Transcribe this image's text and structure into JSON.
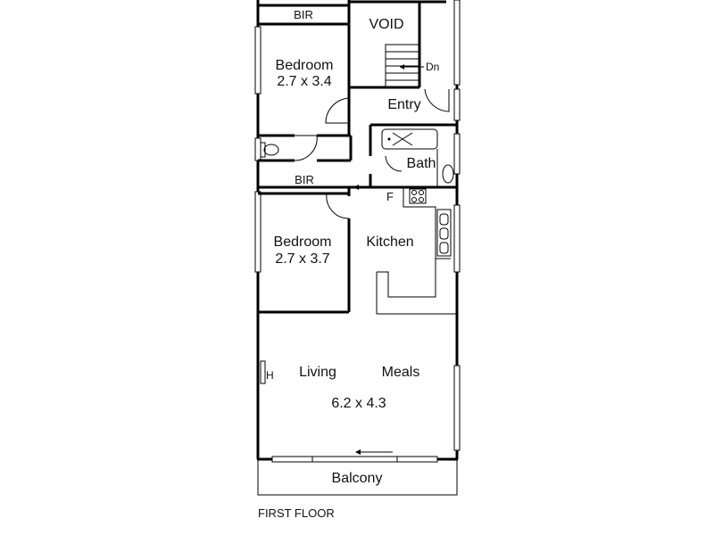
{
  "rooms": {
    "bir_top": "BIR",
    "void": "VOID",
    "stairs_dn": "Dn",
    "bedroom1_name": "Bedroom",
    "bedroom1_size": "2.7 x 3.4",
    "entry": "Entry",
    "bath": "Bath",
    "bir_bottom": "BIR",
    "fridge": "F",
    "bedroom2_name": "Bedroom",
    "bedroom2_size": "2.7 x 3.7",
    "kitchen": "Kitchen",
    "heater": "H",
    "living": "Living",
    "meals": "Meals",
    "living_size": "6.2 x 4.3",
    "balcony": "Balcony"
  },
  "floor_label": "FIRST FLOOR"
}
